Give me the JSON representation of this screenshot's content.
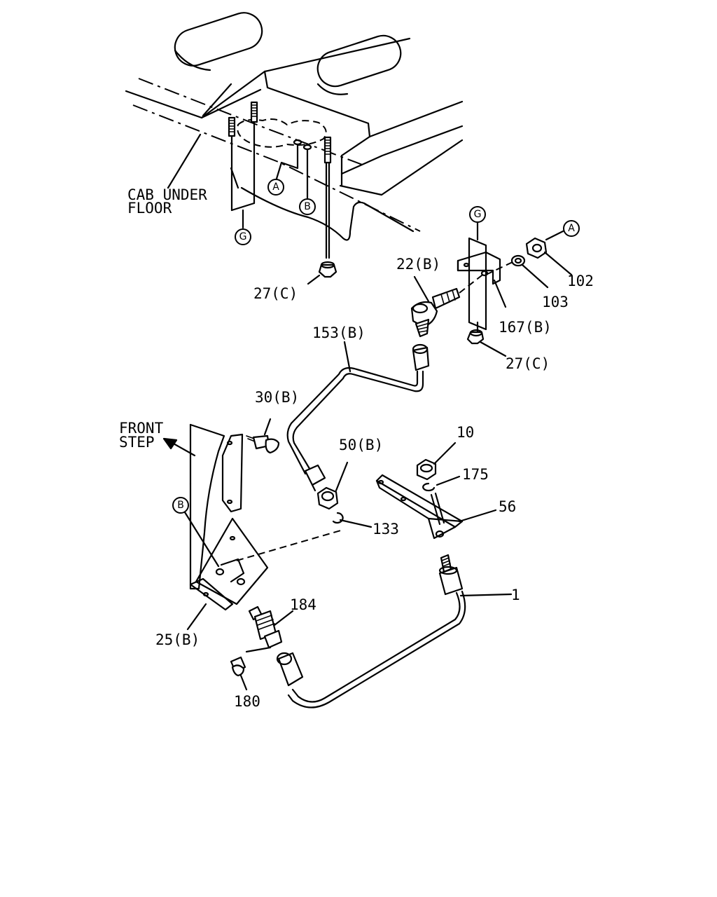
{
  "labels": {
    "cab_under_floor_1": "CAB UNDER",
    "cab_under_floor_2": "FLOOR",
    "front_step_1": "FRONT",
    "front_step_2": "STEP",
    "p27c_top": "27(C)",
    "p22b": "22(B)",
    "p102": "102",
    "p103": "103",
    "p167b": "167(B)",
    "p153b": "153(B)",
    "p27c_right": "27(C)",
    "p30b": "30(B)",
    "p50b": "50(B)",
    "p10": "10",
    "p175": "175",
    "p56": "56",
    "p133": "133",
    "p1": "1",
    "p184": "184",
    "p25b": "25(B)",
    "p180": "180"
  },
  "refs": {
    "a_floor": "A",
    "b_floor": "B",
    "g_floor": "G",
    "g_bracket": "G",
    "a_nut": "A",
    "b_step": "B"
  }
}
